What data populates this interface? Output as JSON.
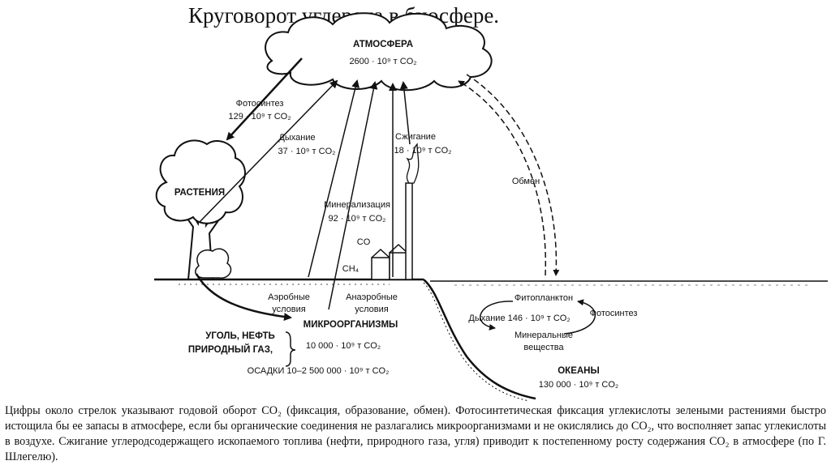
{
  "title": "Круговорот углерода в биосфере.",
  "atmosphere": {
    "name": "АТМОСФЕРА",
    "amount": "2600 · 10⁹ т CO₂"
  },
  "photosynthesis": {
    "label": "Фотосинтез",
    "value": "129 · 10⁹ т CO₂"
  },
  "respiration": {
    "label": "Дыхание",
    "value": "37 · 10⁹ т CO₂"
  },
  "combustion": {
    "label": "Сжигание",
    "value": "18 · 10⁹ т CO₂"
  },
  "mineralization": {
    "label": "Минерализация",
    "value": "92 · 10⁹ т CO₂"
  },
  "exchange": {
    "label": "Обмен"
  },
  "plants": {
    "label": "РАСТЕНИЯ"
  },
  "gases": {
    "co": "CO",
    "ch4": "CH₄"
  },
  "conditions": {
    "aerobic_1": "Аэробные",
    "aerobic_2": "условия",
    "anaerobic_1": "Анаэробные",
    "anaerobic_2": "условия"
  },
  "microorganisms": {
    "label": "МИКРООРГАНИЗМЫ"
  },
  "fossil": {
    "line1": "УГОЛЬ, НЕФТЬ",
    "line2": "ПРИРОДНЫЙ ГАЗ,",
    "amount": "10 000 · 10⁹ т CO₂"
  },
  "sediments": {
    "label": "ОСАДКИ 10–2 500 000 · 10⁹ т CO₂"
  },
  "ocean": {
    "phytoplankton": "Фитопланктон",
    "respiration": "Дыхание 146 · 10⁹ т CO₂",
    "photosynthesis": "Фотосинтез",
    "minerals_1": "Минеральные",
    "minerals_2": "вещества",
    "name": "ОКЕАНЫ",
    "amount": "130 000 · 10⁹ т CO₂"
  },
  "caption": "Цифры около стрелок указывают годовой оборот CO₂ (фиксация, образование, обмен). Фотосинтетическая фиксация углекислоты зелеными растениями быстро истощила бы ее запасы в атмосфере, если бы органические соединения не разлагались микроорганизмами и не окислялись до CO₂, что восполняет запас углекислоты в воздухе. Сжигание углеродсодержащего ископаемого топлива (нефти, природного газа, угля) приводит к постепенному росту содержания CO₂ в атмосфере (по Г. Шлегелю)."
}
